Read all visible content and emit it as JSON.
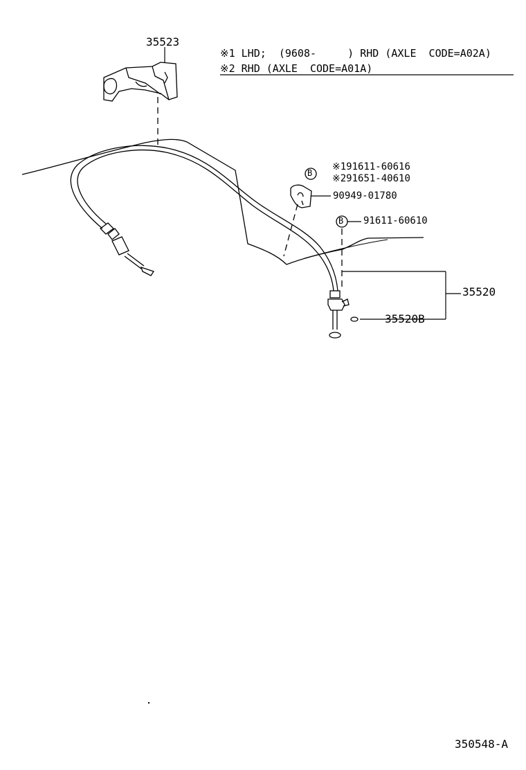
{
  "notes": {
    "line1": "※1 LHD;  (9608-     ) RHD (AXLE  CODE=A02A)",
    "line2": "※2 RHD (AXLE  CODE=A01A)"
  },
  "parts": {
    "bracket": "35523",
    "clip_1": "※191611-60616",
    "clip_2": "※291651-40610",
    "clamp": "90949-01780",
    "bolt": "91611-60610",
    "cable_assy": "35520",
    "cable_sub": "35520B"
  },
  "bolt_symbol": "B",
  "figure_id": "350548-A"
}
